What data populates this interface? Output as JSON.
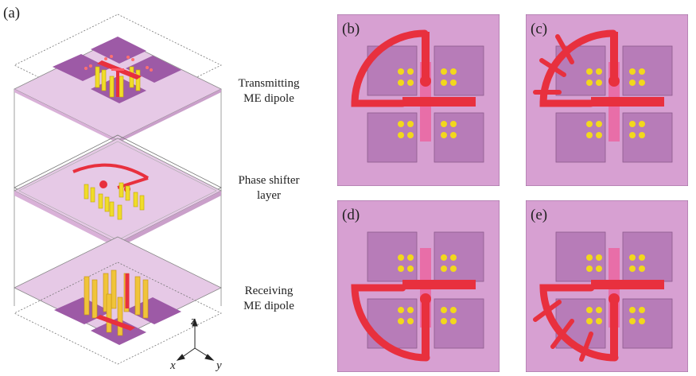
{
  "figure": {
    "panel_a": "(a)",
    "layers": [
      {
        "line1": "Transmitting",
        "line2": "ME dipole"
      },
      {
        "line1": "Phase shifter",
        "line2": "layer"
      },
      {
        "line1": "Receiving",
        "line2": "ME dipole"
      }
    ],
    "axes": {
      "z": "z",
      "x": "x",
      "y": "y"
    },
    "panels": [
      {
        "tag": "(b)",
        "arc_dir": "left",
        "stub_side": "none"
      },
      {
        "tag": "(c)",
        "arc_dir": "left",
        "stub_side": "upper"
      },
      {
        "tag": "(d)",
        "arc_dir": "left-down",
        "stub_side": "none"
      },
      {
        "tag": "(e)",
        "arc_dir": "left-down",
        "stub_side": "lower"
      }
    ],
    "colors": {
      "substrate": "#d7a0d2",
      "patch": "#b77cb8",
      "feed": "#e8303e",
      "via": "#f2d81c",
      "slot": "#e86ea8"
    }
  }
}
